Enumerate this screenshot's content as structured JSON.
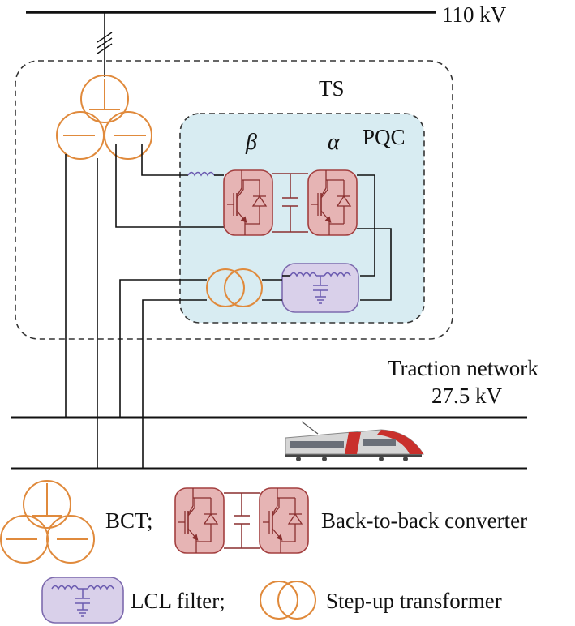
{
  "labels": {
    "grid_voltage": "110 kV",
    "ts": "TS",
    "pqc": "PQC",
    "beta": "β",
    "alpha": "α",
    "traction_network": "Traction network",
    "traction_voltage": "27.5 kV"
  },
  "legend": {
    "bct": "BCT;",
    "back_to_back": "Back-to-back converter",
    "lcl": "LCL filter;",
    "step_up": "Step-up transformer"
  },
  "colors": {
    "line": "#111111",
    "transformer": "#e08a3c",
    "converter_fill": "#e6b4b4",
    "converter_stroke": "#a33f3f",
    "pqc_fill": "#d8ecf2",
    "lcl_fill": "#d9d0ea",
    "lcl_stroke": "#7d6aae",
    "inductor": "#6b5bb0",
    "dash": "#333333"
  },
  "icons": {
    "train": "high-speed-train-icon",
    "transformer": "three-winding-transformer-icon",
    "converter": "igbt-converter-icon"
  }
}
